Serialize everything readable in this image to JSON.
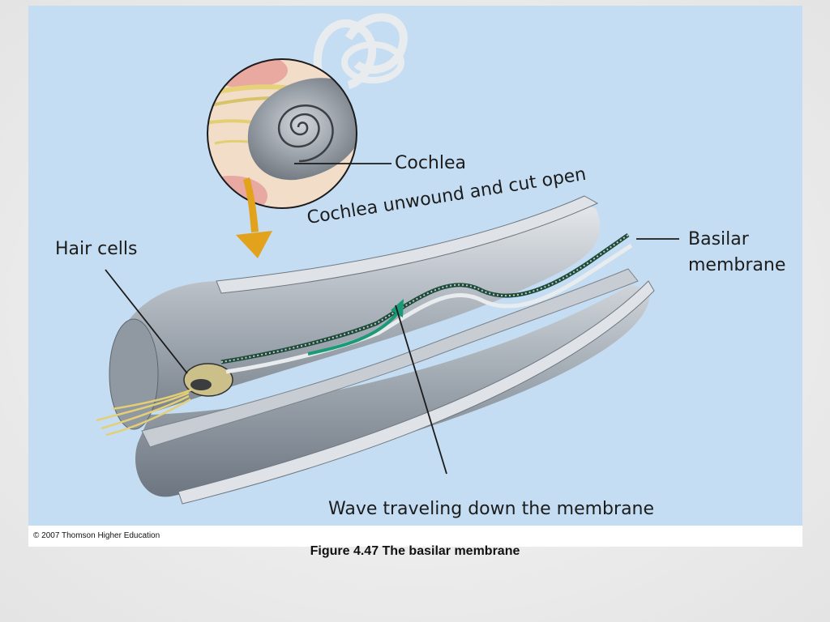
{
  "diagram": {
    "labels": {
      "cochlea": "Cochlea",
      "unwound": "Cochlea unwound and cut open",
      "hair_cells": "Hair cells",
      "basilar_line1": "Basilar",
      "basilar_line2": "membrane",
      "wave": "Wave traveling down the membrane"
    },
    "colors": {
      "background": "#c4ddf2",
      "tube": "#a6aeb7",
      "membrane": "#1d4a44",
      "wave_arrow": "#1a9a77",
      "pointer_arrow": "#e3a21c"
    }
  },
  "credit": "© 2007 Thomson Higher Education",
  "caption": "Figure 4.47  The basilar membrane"
}
